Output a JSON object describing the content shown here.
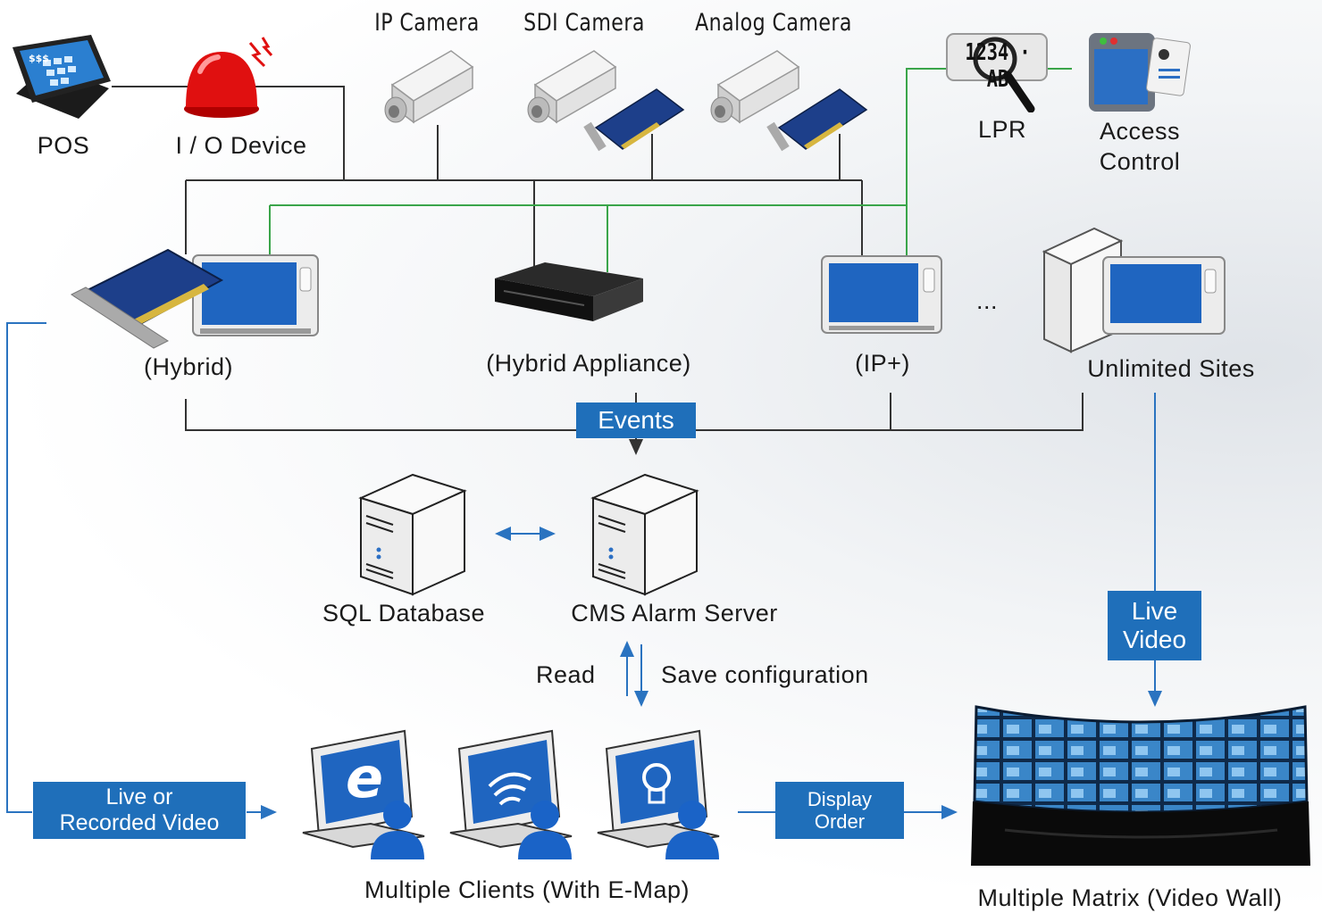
{
  "devices": {
    "pos": "POS",
    "io_device": "I / O Device",
    "ip_camera": "IP Camera",
    "sdi_camera": "SDI Camera",
    "analog_camera": "Analog Camera",
    "lpr": "LPR",
    "lpr_plate": "1234 · AB",
    "access_control": "Access\nControl"
  },
  "sites": {
    "hybrid": "(Hybrid)",
    "hybrid_appliance": "(Hybrid Appliance)",
    "ip_plus": "(IP+)",
    "ellipsis": "...",
    "unlimited": "Unlimited Sites"
  },
  "flows": {
    "events": "Events",
    "live_video": "Live\nVideo",
    "live_or_recorded": "Live or\nRecorded Video",
    "display_order": "Display\nOrder",
    "read": "Read",
    "save_configuration": "Save configuration"
  },
  "servers": {
    "sql_database": "SQL Database",
    "cms_alarm_server": "CMS Alarm Server"
  },
  "clients": {
    "multiple_clients": "Multiple Clients (With E-Map)",
    "ie_glyph": "e",
    "video_wall": "Multiple Matrix (Video Wall)"
  },
  "colors": {
    "blue_box": "#1f6fba",
    "green_line": "#3aa54a",
    "dark_line": "#333333",
    "blue_line": "#2a73c0"
  }
}
